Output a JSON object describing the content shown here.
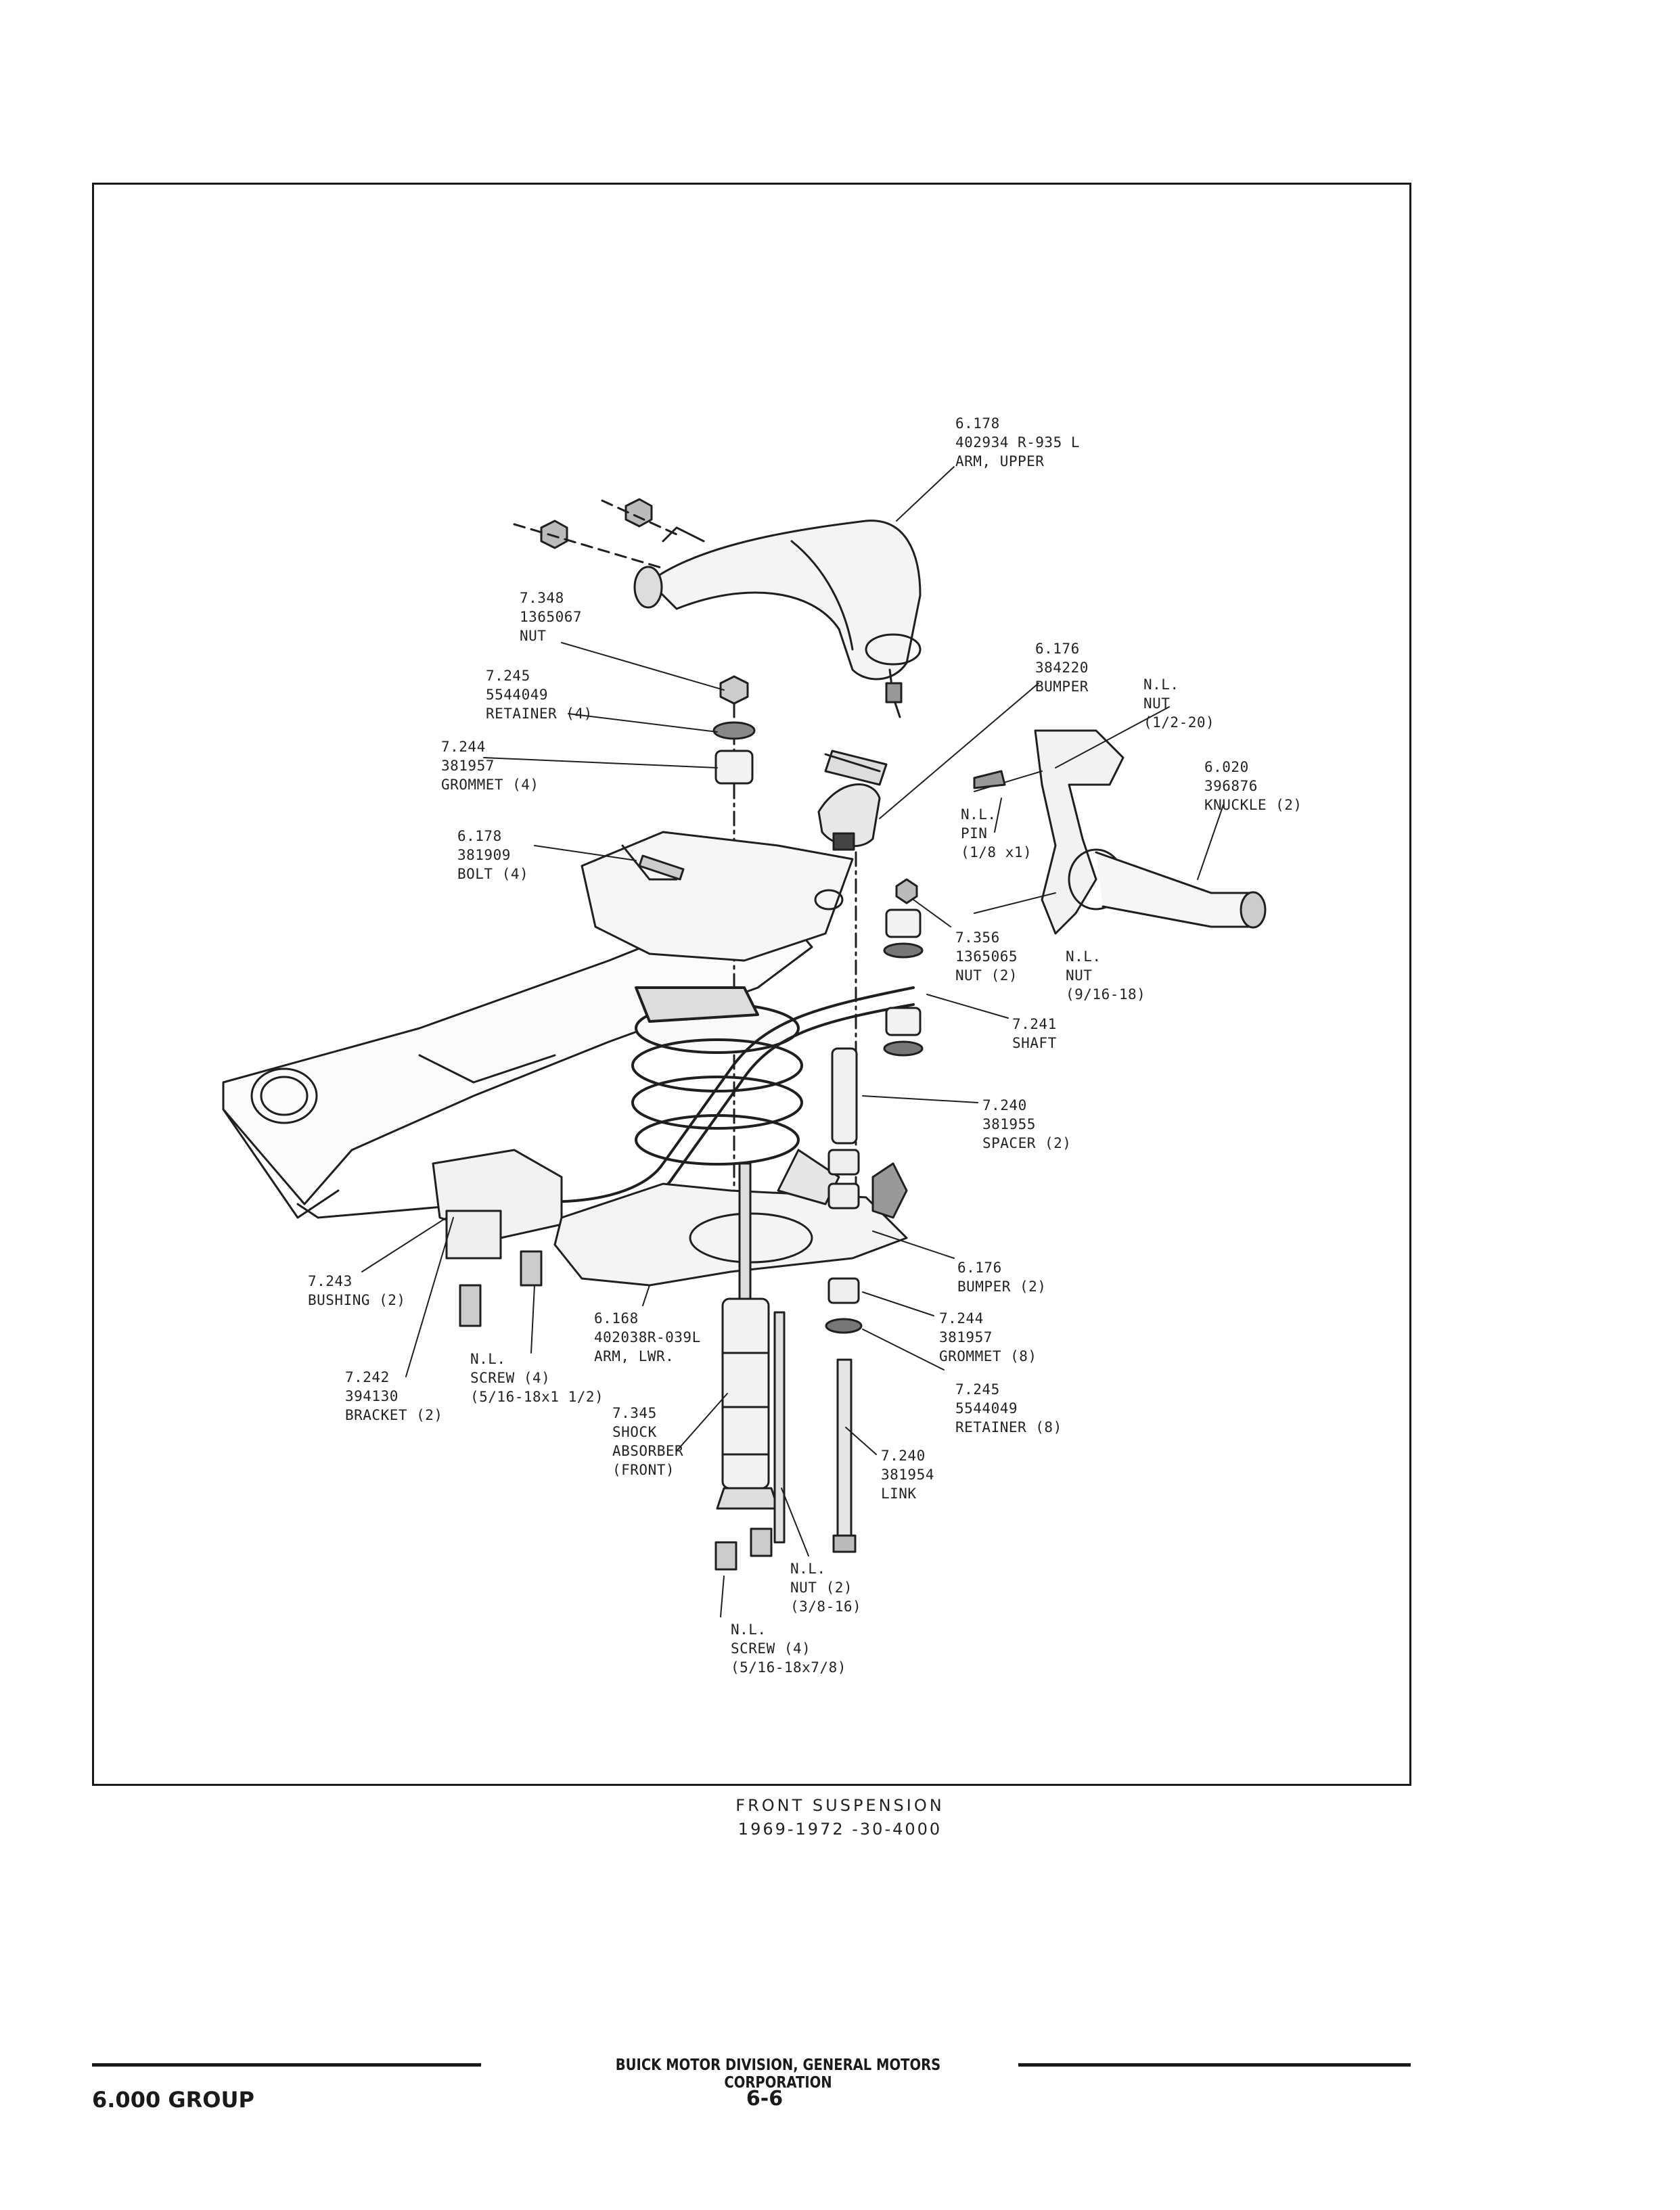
{
  "callouts": [
    {
      "id": "arm-upper",
      "lines": [
        "6.178",
        "402934 R-935 L",
        "ARM, UPPER"
      ]
    },
    {
      "id": "nut-upper",
      "lines": [
        "7.348",
        "1365067",
        "NUT"
      ]
    },
    {
      "id": "bumper-upper",
      "lines": [
        "6.176",
        "384220",
        "BUMPER"
      ]
    },
    {
      "id": "nut-half",
      "lines": [
        "N.L.",
        "NUT",
        "(1/2-20)"
      ]
    },
    {
      "id": "knuckle",
      "lines": [
        "6.020",
        "396876",
        "KNUCKLE (2)"
      ]
    },
    {
      "id": "retainer-4",
      "lines": [
        "7.245",
        "5544049",
        "RETAINER (4)"
      ]
    },
    {
      "id": "grommet-4",
      "lines": [
        "7.244",
        "381957",
        "GROMMET (4)"
      ]
    },
    {
      "id": "pin",
      "lines": [
        "N.L.",
        "PIN",
        "(1/8 x1)"
      ]
    },
    {
      "id": "bolt",
      "lines": [
        "6.178",
        "381909",
        "BOLT (4)"
      ]
    },
    {
      "id": "nut-2",
      "lines": [
        "7.356",
        "1365065",
        "NUT (2)"
      ]
    },
    {
      "id": "nut-916",
      "lines": [
        "N.L.",
        "NUT",
        "(9/16-18)"
      ]
    },
    {
      "id": "shaft",
      "lines": [
        "7.241",
        "SHAFT"
      ]
    },
    {
      "id": "spacer",
      "lines": [
        "7.240",
        "381955",
        "SPACER (2)"
      ]
    },
    {
      "id": "bushing",
      "lines": [
        "7.243",
        "BUSHING (2)"
      ]
    },
    {
      "id": "bumper-lower",
      "lines": [
        "6.176",
        "BUMPER (2)"
      ]
    },
    {
      "id": "arm-lower",
      "lines": [
        "6.168",
        "402038R-039L",
        "ARM, LWR."
      ]
    },
    {
      "id": "grommet-8",
      "lines": [
        "7.244",
        "381957",
        "GROMMET (8)"
      ]
    },
    {
      "id": "screw-4",
      "lines": [
        "N.L.",
        "SCREW (4)",
        "(5/16-18x1 1/2)"
      ]
    },
    {
      "id": "bracket",
      "lines": [
        "7.242",
        "394130",
        "BRACKET (2)"
      ]
    },
    {
      "id": "retainer-8",
      "lines": [
        "7.245",
        "5544049",
        "RETAINER (8)"
      ]
    },
    {
      "id": "shock",
      "lines": [
        "7.345",
        "SHOCK",
        "ABSORBER",
        "(FRONT)"
      ]
    },
    {
      "id": "link",
      "lines": [
        "7.240",
        "381954",
        "LINK"
      ]
    },
    {
      "id": "nut-38",
      "lines": [
        "N.L.",
        "NUT (2)",
        "(3/8-16)"
      ]
    },
    {
      "id": "screw-short",
      "lines": [
        "N.L.",
        "SCREW (4)",
        "(5/16-18x7/8)"
      ]
    }
  ],
  "caption": {
    "title": "FRONT SUSPENSION",
    "subtitle": "1969-1972 -30-4000"
  },
  "footer": {
    "division": "BUICK MOTOR DIVISION, GENERAL MOTORS CORPORATION",
    "group": "6.000 GROUP",
    "page": "6-6"
  }
}
